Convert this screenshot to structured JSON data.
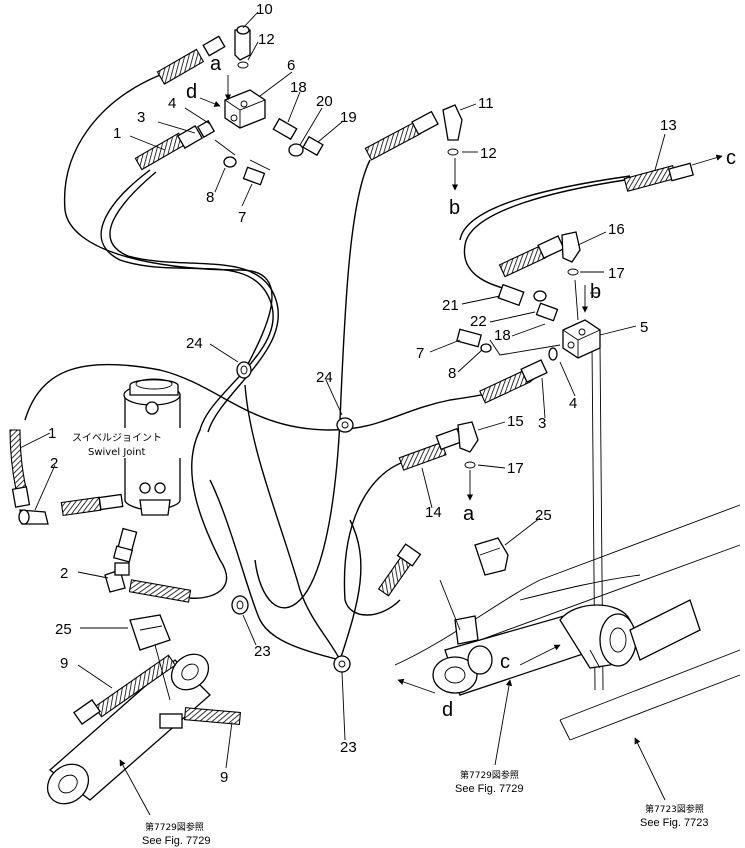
{
  "part_numbers": [
    "1",
    "2",
    "3",
    "4",
    "5",
    "6",
    "7",
    "8",
    "9",
    "10",
    "11",
    "12",
    "13",
    "14",
    "15",
    "16",
    "17",
    "18",
    "19",
    "20",
    "21",
    "22",
    "23",
    "24",
    "25"
  ],
  "letters": {
    "a": "a",
    "b": "b",
    "c": "c",
    "d": "d"
  },
  "swivel_joint": {
    "jp": "スイベルジョイント",
    "en": "Swivel Joint"
  },
  "refs": [
    {
      "jp": "第7729図参照",
      "en": "See Fig. 7729"
    },
    {
      "jp": "第7729図参照",
      "en": "See Fig. 7729"
    },
    {
      "jp": "第7723図参照",
      "en": "See Fig. 7723"
    }
  ]
}
